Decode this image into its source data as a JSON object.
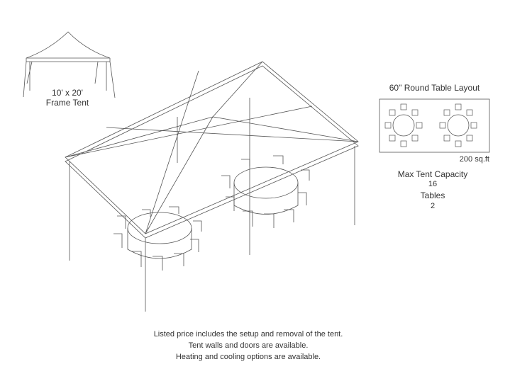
{
  "small_tent": {
    "size": "10' x 20'",
    "type": "Frame Tent"
  },
  "layout": {
    "title": "60\" Round Table Layout",
    "area": "200 sq.ft",
    "capacity_label": "Max Tent Capacity",
    "capacity": "16",
    "tables_label": "Tables",
    "tables": "2"
  },
  "notes": [
    "Listed price includes the setup and removal of the tent.",
    "Tent walls and doors are available.",
    "Heating and cooling options are available."
  ]
}
